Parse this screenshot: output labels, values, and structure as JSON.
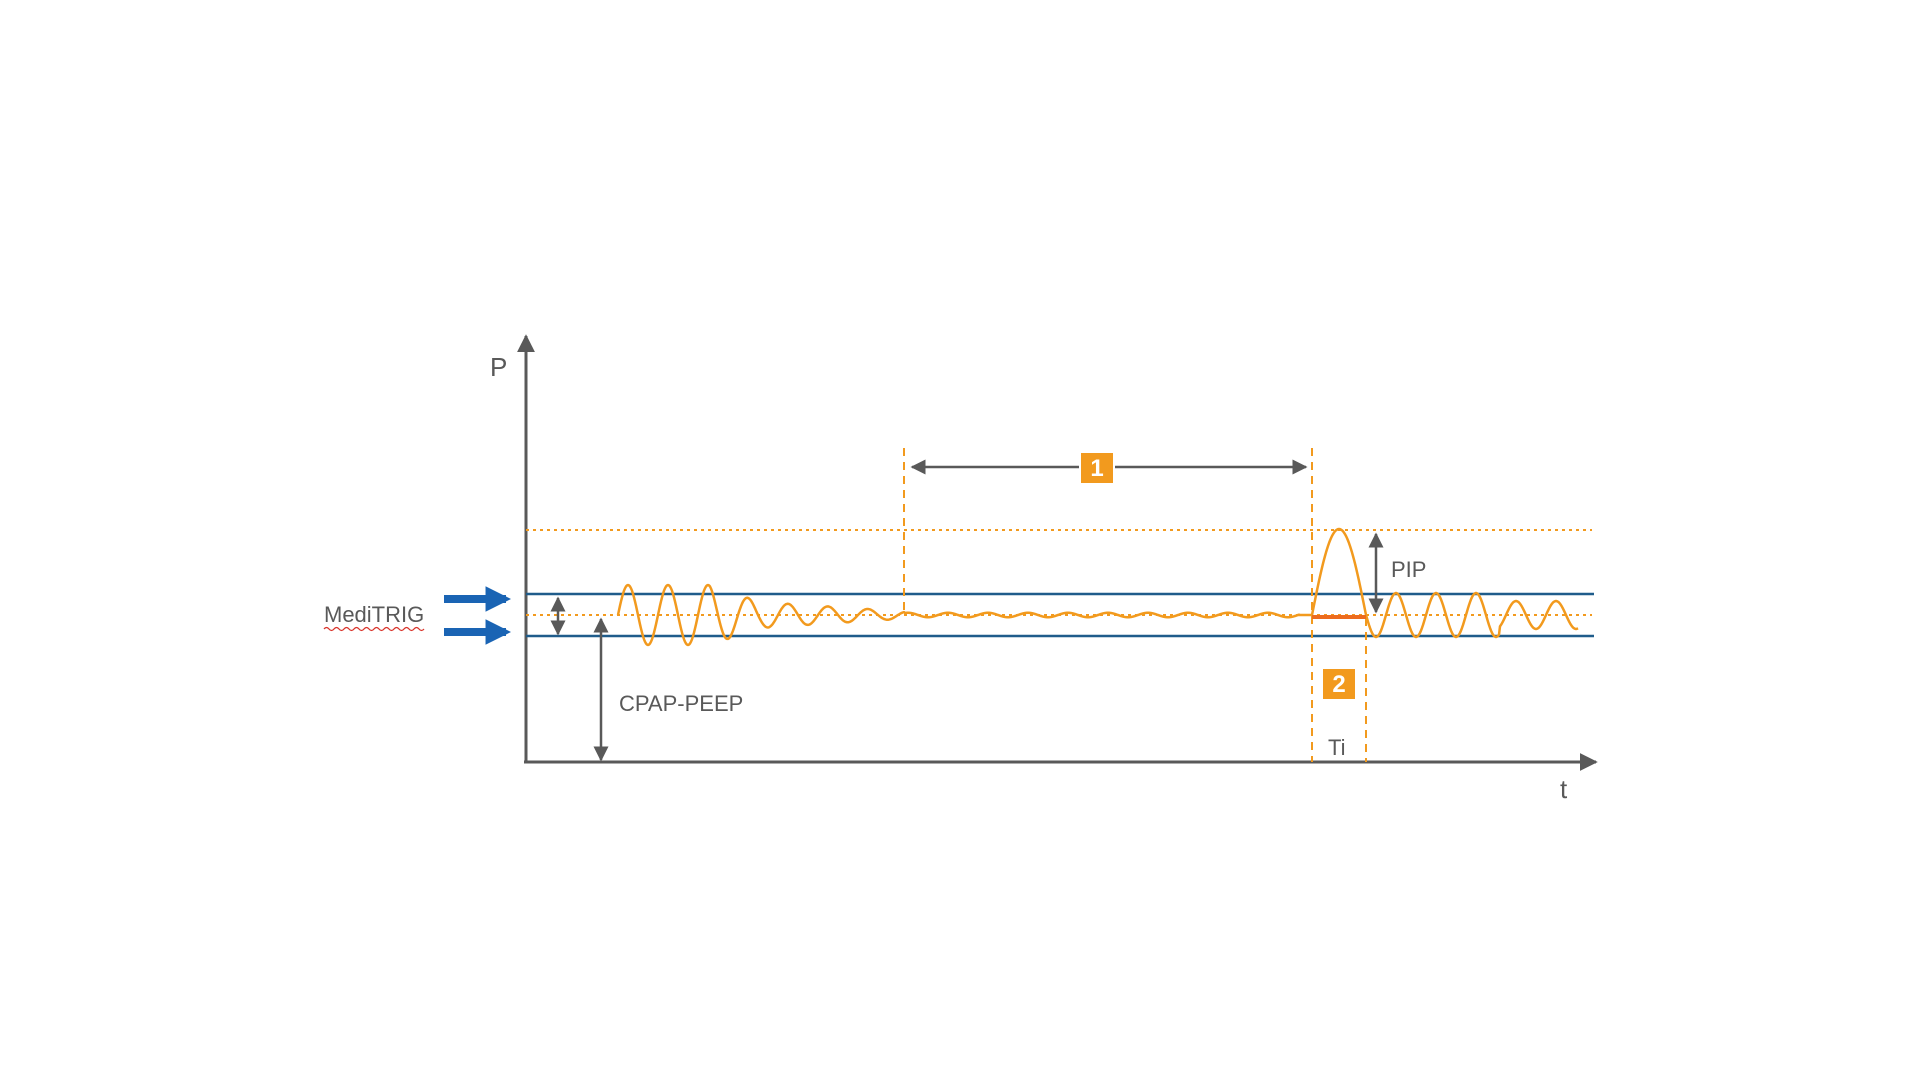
{
  "labels": {
    "y_axis": "P",
    "x_axis": "t",
    "meditrig": "MediTRIG",
    "cpap_peep": "CPAP-PEEP",
    "pip": "PIP",
    "ti": "Ti"
  },
  "badges": [
    "1",
    "2"
  ],
  "colors": {
    "axis": "#595959",
    "waveform": "#f29a1e",
    "threshold": "#1f5c8b",
    "badge": "#f29a1e",
    "badge_text": "#ffffff",
    "arrow_blue": "#1a64b4",
    "inspiratory_bar": "#ed6b1e",
    "spellcheck_underline": "#d9342b"
  },
  "icons": {
    "trigger_arrows": "double-right-arrow-icon"
  }
}
